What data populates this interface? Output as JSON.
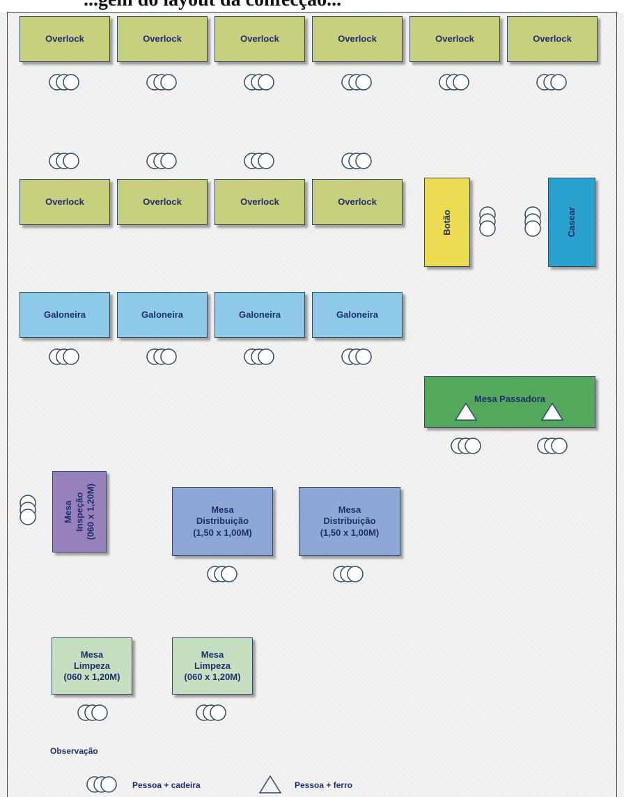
{
  "header": {
    "title_fragment": "...gem do layout da confecção..."
  },
  "stations": {
    "overlock_row1": [
      "Overlock",
      "Overlock",
      "Overlock",
      "Overlock",
      "Overlock",
      "Overlock"
    ],
    "overlock_row2": [
      "Overlock",
      "Overlock",
      "Overlock",
      "Overlock"
    ],
    "botao": "Botão",
    "casear": "Casear",
    "galoneira_row": [
      "Galoneira",
      "Galoneira",
      "Galoneira",
      "Galoneira"
    ],
    "mesa_passadora": "Mesa Passadora",
    "mesa_inspecao": "Mesa\nInspeção\n(060 x 1,20M)",
    "mesa_distribuicao": [
      "Mesa\nDistribuição\n(1,50 x 1,00M)",
      "Mesa\nDistribuição\n(1,50 x 1,00M)"
    ],
    "mesa_limpeza": [
      "Mesa\nLimpeza\n(060 x 1,20M)",
      "Mesa\nLimpeza\n(060 x 1,20M)"
    ]
  },
  "legend": {
    "title": "Observação",
    "person_chair": "Pessoa + cadeira",
    "person_iron": "Pessoa + ferro"
  },
  "colors": {
    "overlock": "#c8d07e",
    "galoneira": "#8fc9e8",
    "botao": "#ecdc52",
    "casear": "#2aa1cc",
    "passadora": "#53a85c",
    "distribuicao": "#8fa7d6",
    "inspecao": "#9681bd",
    "limpeza": "#c5dfc0",
    "label_text": "#1f2f6e"
  }
}
